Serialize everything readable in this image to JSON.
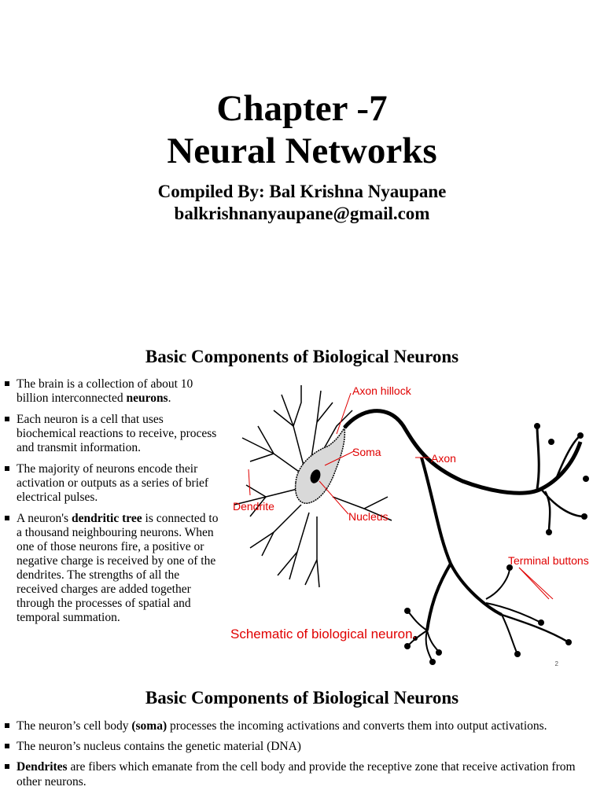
{
  "slide1": {
    "chapter": "Chapter -7",
    "title": "Neural Networks",
    "compiled_by": "Compiled By: Bal Krishna Nyaupane",
    "email": "balkrishnanyaupane@gmail.com"
  },
  "slide2": {
    "heading": "Basic Components of Biological Neurons",
    "bullets": [
      {
        "pre": "The brain is a collection of about 10 billion interconnected ",
        "bold": "neurons",
        "post": "."
      },
      {
        "pre": " Each neuron is a cell that uses biochemical reactions to receive, process and transmit information.",
        "bold": "",
        "post": ""
      },
      {
        "pre": "The majority of neurons encode their activation or outputs as a series of brief electrical pulses.",
        "bold": "",
        "post": ""
      },
      {
        "pre": " A neuron's ",
        "bold": "dendritic tree",
        "post": " is connected to a thousand neighbouring neurons. When one of those neurons fire, a positive or negative charge is received by one of the dendrites. The strengths of all the received charges are added together through the processes of spatial and temporal summation."
      }
    ],
    "diagram": {
      "labels": {
        "axon_hillock": "Axon hillock",
        "soma": "Soma",
        "axon": "Axon",
        "dendrite": "Dendrite",
        "nucleus": "Nucleus",
        "terminal_buttons": "Terminal buttons",
        "caption": "Schematic of biological neuron."
      },
      "label_color": "#e00000"
    },
    "page_number": "2"
  },
  "slide3": {
    "heading": "Basic Components of Biological Neurons",
    "bullets": [
      {
        "pre": "The neuron’s cell body ",
        "bold": "(soma)",
        "post": " processes the incoming activations and converts them into output activations."
      },
      {
        "pre": "The neuron’s nucleus contains the genetic material (DNA)",
        "bold": "",
        "post": ""
      },
      {
        "pre": "",
        "bold": "Dendrites",
        "post": " are fibers which emanate from the cell body and provide the receptive zone that receive activation from other neurons."
      }
    ]
  }
}
